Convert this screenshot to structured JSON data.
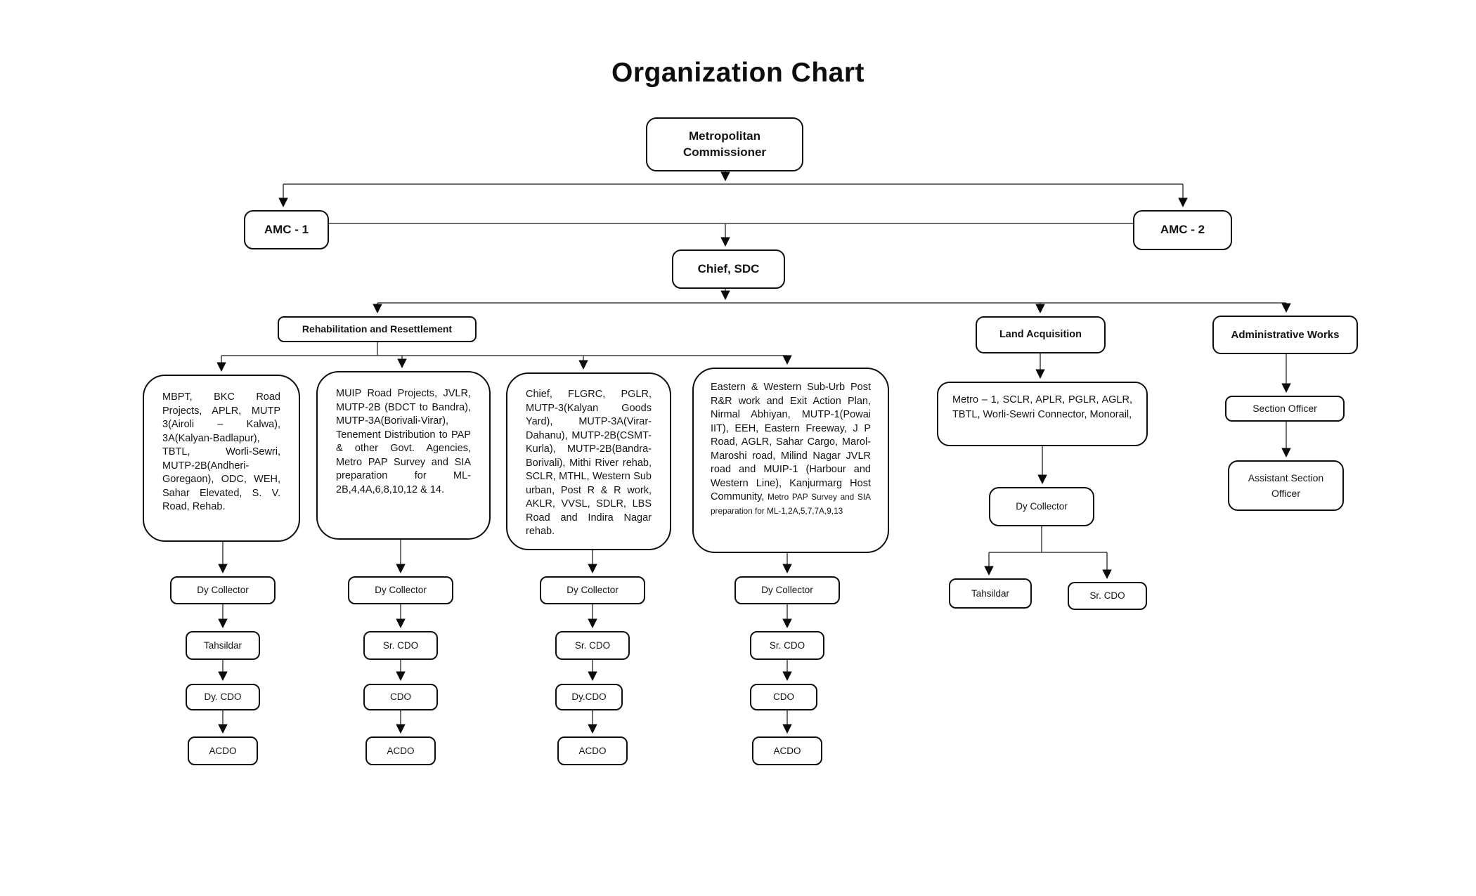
{
  "title": "Organization Chart",
  "nodes": {
    "metropolitan_commissioner": "Metropolitan Commissioner",
    "amc_1": "AMC - 1",
    "amc_2": "AMC - 2",
    "chief_sdc": "Chief, SDC",
    "rehabilitation_and_resettlement": "Rehabilitation and Resettlement",
    "land_acquisition": "Land Acquisition",
    "administrative_works": "Administrative Works",
    "section_officer": "Section Officer",
    "assistant_section_officer": "Assistant Section Officer"
  },
  "rehab_units": [
    {
      "description": "MBPT, BKC Road Projects, APLR, MUTP 3(Airoli – Kalwa), 3A(Kalyan-Badlapur), TBTL, Worli-Sewri, MUTP-2B(Andheri-Goregaon), ODC, WEH, Sahar Elevated, S. V. Road, Rehab.",
      "chain": [
        "Dy Collector",
        "Tahsildar",
        "Dy. CDO",
        "ACDO"
      ]
    },
    {
      "description": "MUIP Road Projects, JVLR, MUTP-2B (BDCT to Bandra), MUTP-3A(Borivali-Virar), Tenement Distribution to PAP & other Govt. Agencies, Metro PAP Survey and SIA preparation for ML-2B,4,4A,6,8,10,12 & 14.",
      "chain": [
        "Dy Collector",
        "Sr. CDO",
        "CDO",
        "ACDO"
      ]
    },
    {
      "description": "Chief, FLGRC, PGLR, MUTP-3(Kalyan Goods Yard), MUTP-3A(Virar-Dahanu), MUTP-2B(CSMT-Kurla), MUTP-2B(Bandra-Borivali), Mithi River rehab, SCLR, MTHL, Western Sub urban, Post R & R work, AKLR, VVSL, SDLR, LBS Road and Indira Nagar rehab.",
      "chain": [
        "Dy Collector",
        "Sr. CDO",
        "Dy.CDO",
        "ACDO"
      ]
    },
    {
      "description": "Eastern & Western Sub-Urb Post R&R work and Exit Action Plan, Nirmal Abhiyan, MUTP-1(Powai IIT), EEH, Eastern Freeway, J P Road, AGLR, Sahar Cargo, Marol-Maroshi road, Milind Nagar JVLR road and MUIP-1 (Harbour and Western Line), Kanjurmarg Host Community,",
      "description_small": " Metro PAP Survey and SIA preparation for ML-1,2A,5,7,7A,9,13",
      "chain": [
        "Dy Collector",
        "Sr. CDO",
        "CDO",
        "ACDO"
      ]
    }
  ],
  "land_acquisition_branch": {
    "scope": "Metro – 1, SCLR, APLR, PGLR, AGLR, TBTL, Worli-Sewri Connector, Monorail,",
    "head": "Dy Collector",
    "subordinates": [
      "Tahsildar",
      "Sr. CDO"
    ]
  }
}
